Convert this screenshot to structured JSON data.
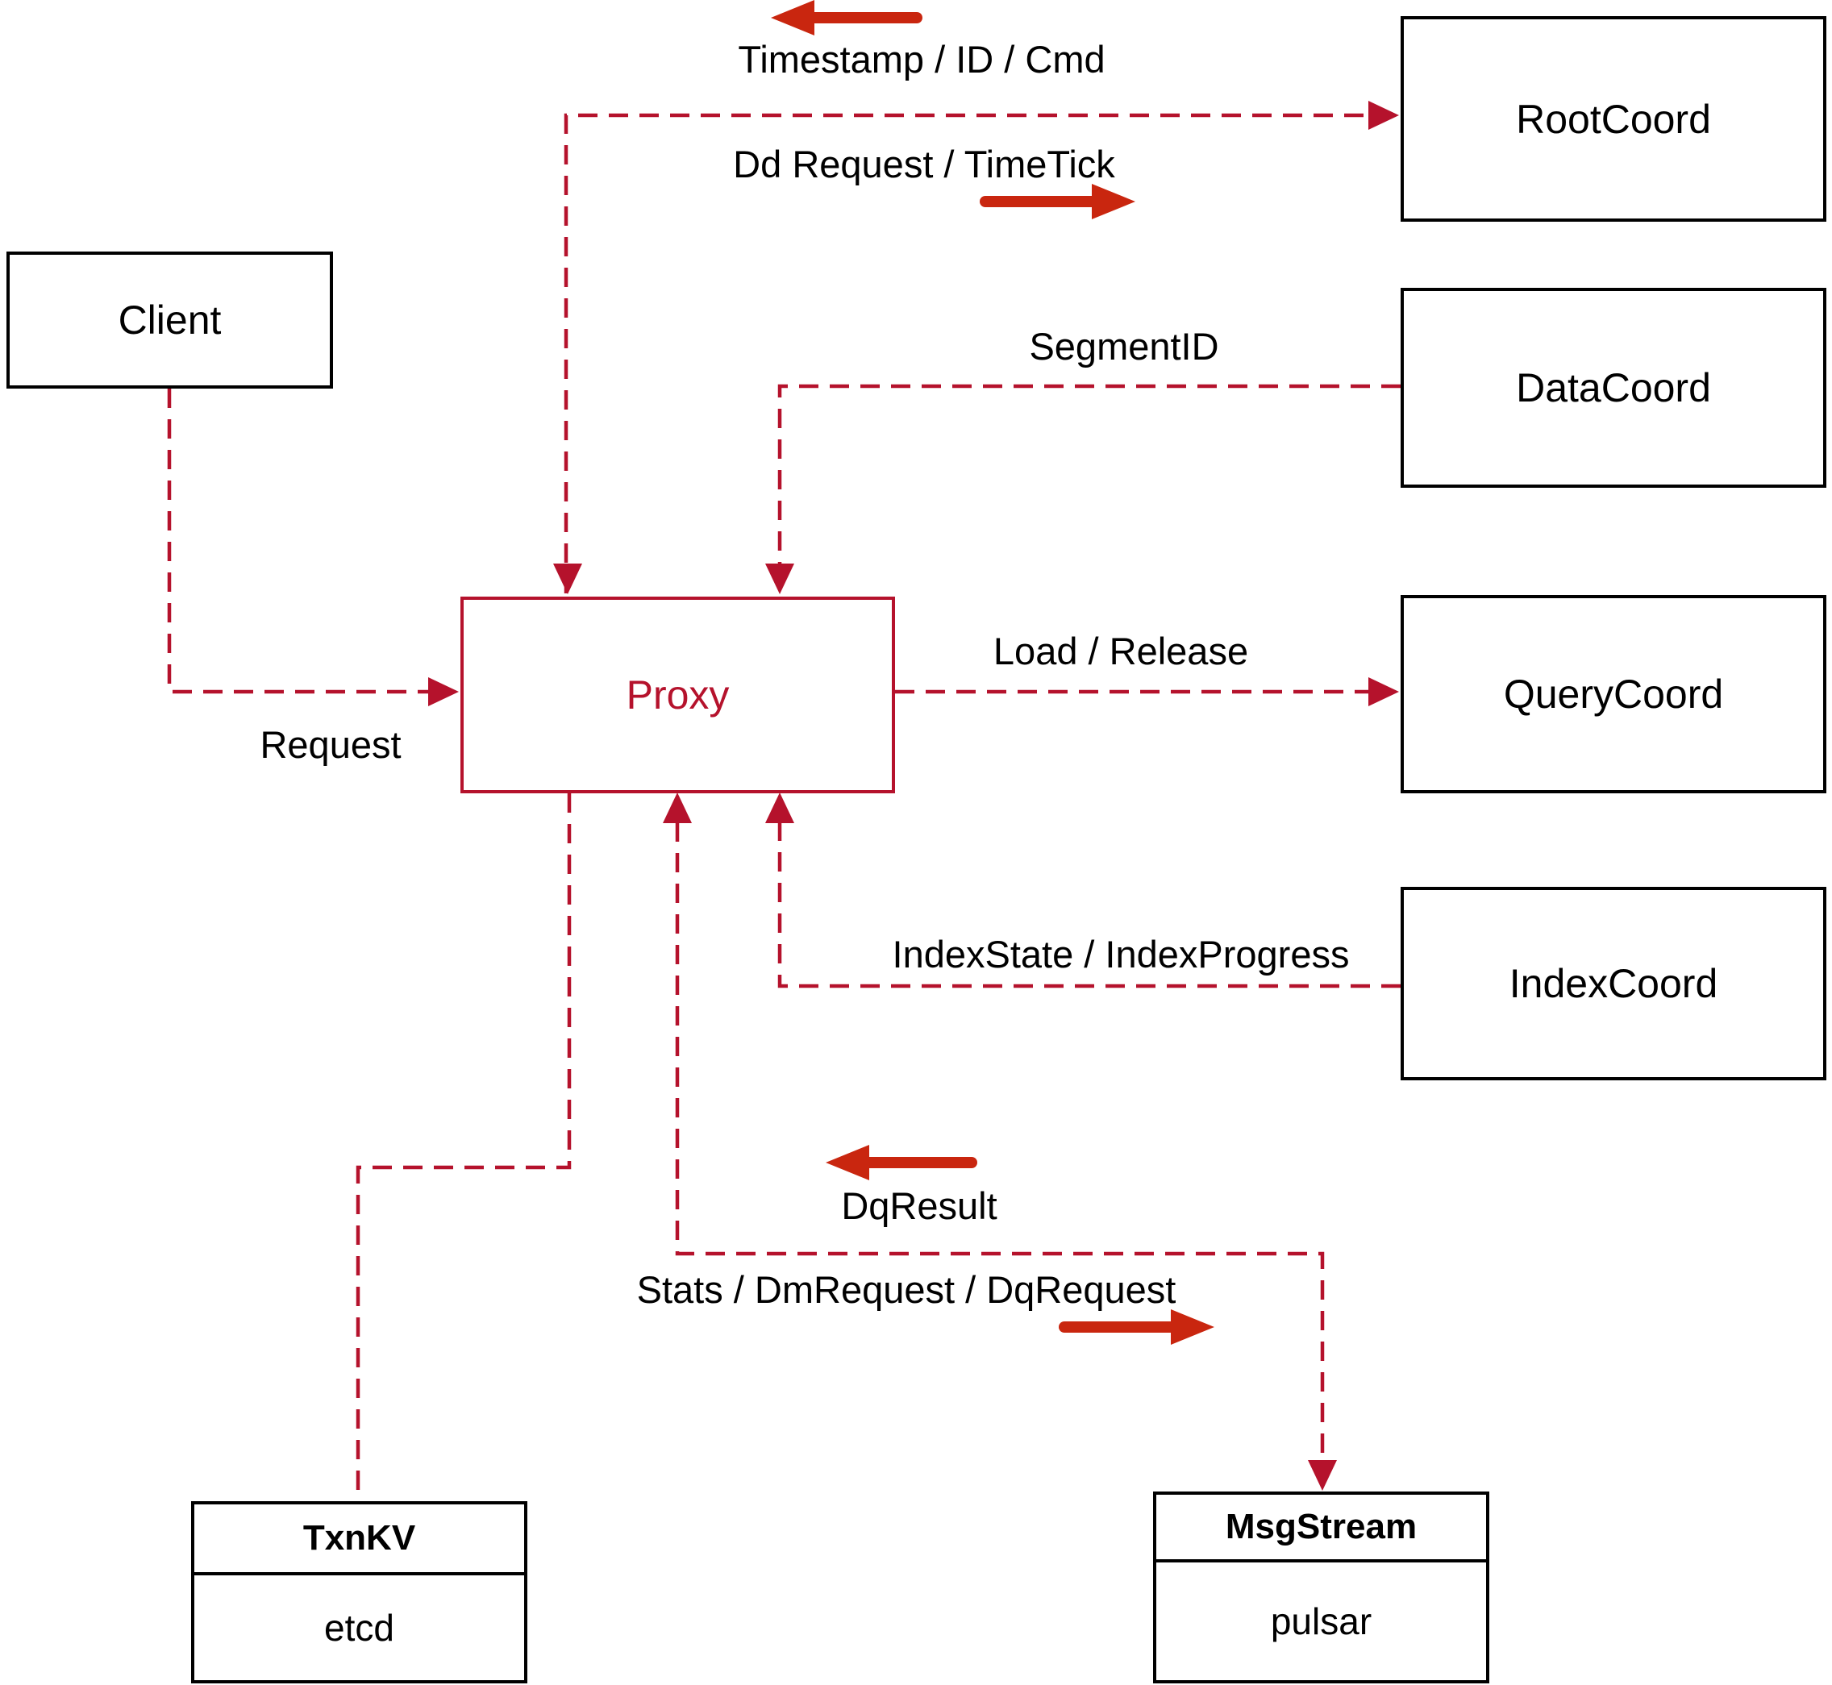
{
  "diagram": {
    "title": "Proxy message-flow architecture diagram",
    "nodes": {
      "client": {
        "label": "Client"
      },
      "rootcoord": {
        "label": "RootCoord"
      },
      "datacoord": {
        "label": "DataCoord"
      },
      "querycoord": {
        "label": "QueryCoord"
      },
      "indexcoord": {
        "label": "IndexCoord"
      },
      "proxy": {
        "label": "Proxy"
      },
      "txnkv": {
        "title": "TxnKV",
        "subtitle": "etcd"
      },
      "msgstream": {
        "title": "MsgStream",
        "subtitle": "pulsar"
      }
    },
    "edge_labels": {
      "timestamp_id_cmd": "Timestamp / ID / Cmd",
      "dd_request_timetick": "Dd Request / TimeTick",
      "segment_id": "SegmentID",
      "request": "Request",
      "load_release": "Load / Release",
      "index_state": "IndexState / IndexProgress",
      "dq_result": "DqResult",
      "stats_dm_dq": "Stats / DmRequest / DqRequest"
    },
    "colors": {
      "dashed_line_red": "#b5122c",
      "solid_arrow_red": "#c9260f",
      "box_border_black": "#000000",
      "text_black": "#000000",
      "background": "#ffffff"
    }
  }
}
